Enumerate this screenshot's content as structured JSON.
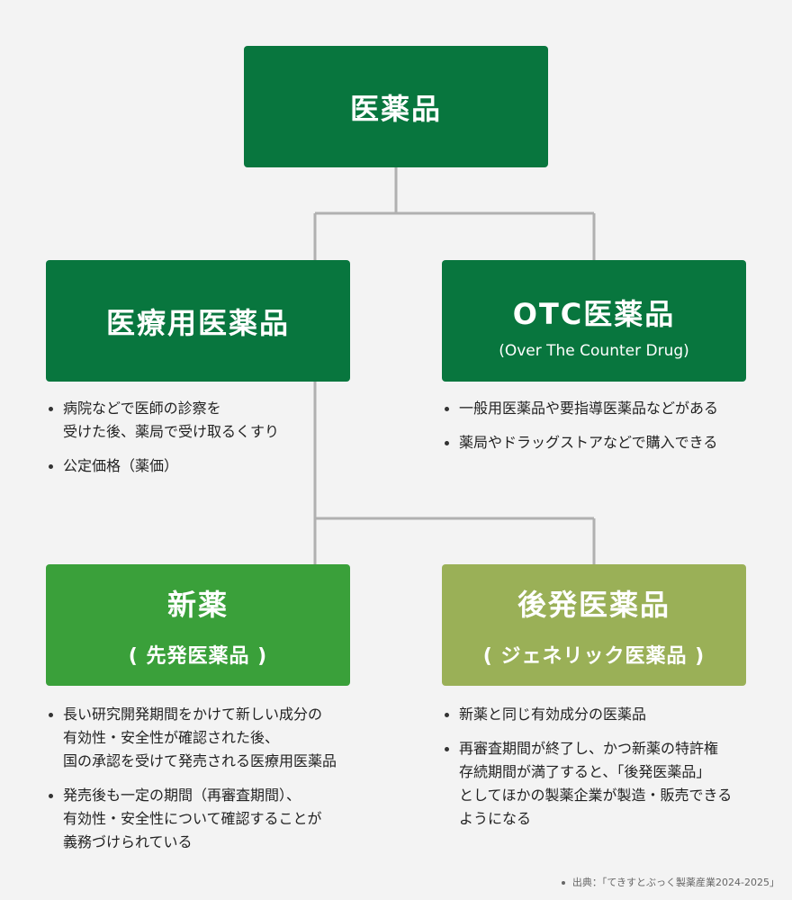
{
  "colors": {
    "background": "#f3f3f3",
    "dark_green": "#08763e",
    "mid_green": "#3aa03a",
    "light_olive": "#9ab057",
    "connector": "#b0b0b0"
  },
  "root": {
    "title": "医薬品"
  },
  "prescription": {
    "title": "医療用医薬品",
    "notes": [
      "病院などで医師の診察を\n受けた後、薬局で受け取るくすり",
      "公定価格（薬価）"
    ]
  },
  "otc": {
    "title": "OTC医薬品",
    "subtitle": "(Over The Counter Drug)",
    "notes": [
      "一般用医薬品や要指導医薬品などがある",
      "薬局やドラッグストアなどで購入できる"
    ]
  },
  "new_drug": {
    "title": "新薬",
    "subtitle": "( 先発医薬品 )",
    "notes": [
      "長い研究開発期間をかけて新しい成分の\n有効性・安全性が確認された後、\n国の承認を受けて発売される医療用医薬品",
      "発売後も一定の期間（再審査期間）、\n有効性・安全性について確認することが\n義務づけられている"
    ]
  },
  "generic": {
    "title": "後発医薬品",
    "subtitle": "( ジェネリック医薬品 )",
    "notes": [
      "新薬と同じ有効成分の医薬品",
      "再審査期間が終了し、かつ新薬の特許権\n存続期間が満了すると、「後発医薬品」\nとしてほかの製薬企業が製造・販売できる\nようになる"
    ]
  },
  "source": "出典：「てきすとぶっく製薬産業2024-2025」"
}
